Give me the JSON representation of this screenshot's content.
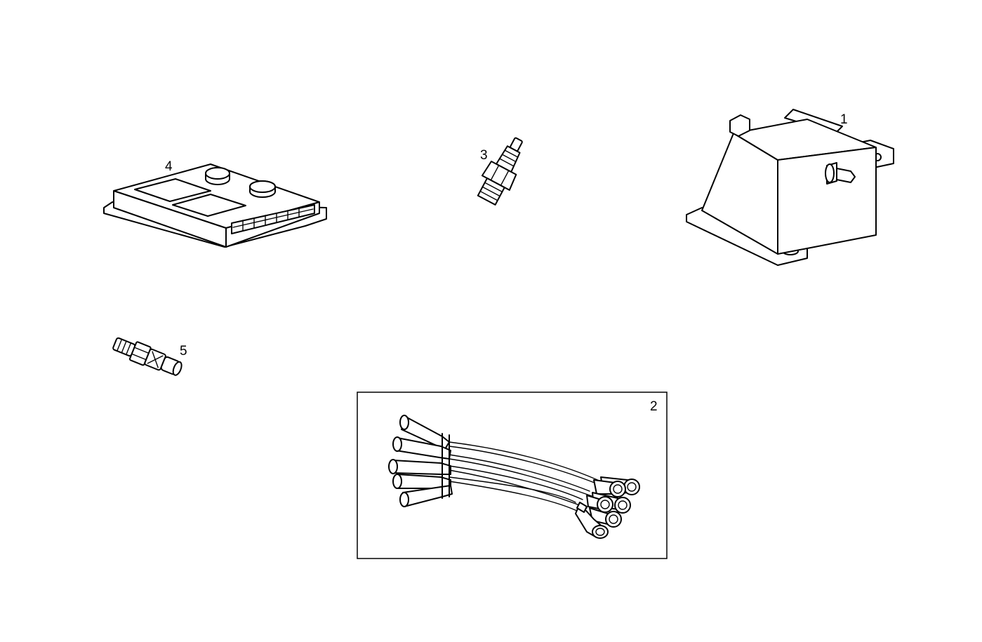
{
  "parts": [
    {
      "id": "ignition-module",
      "label": "1"
    },
    {
      "id": "ignition-cable-set",
      "label": "2"
    },
    {
      "id": "spark-plug",
      "label": "3"
    },
    {
      "id": "control-unit",
      "label": "4"
    },
    {
      "id": "sensor",
      "label": "5"
    }
  ]
}
